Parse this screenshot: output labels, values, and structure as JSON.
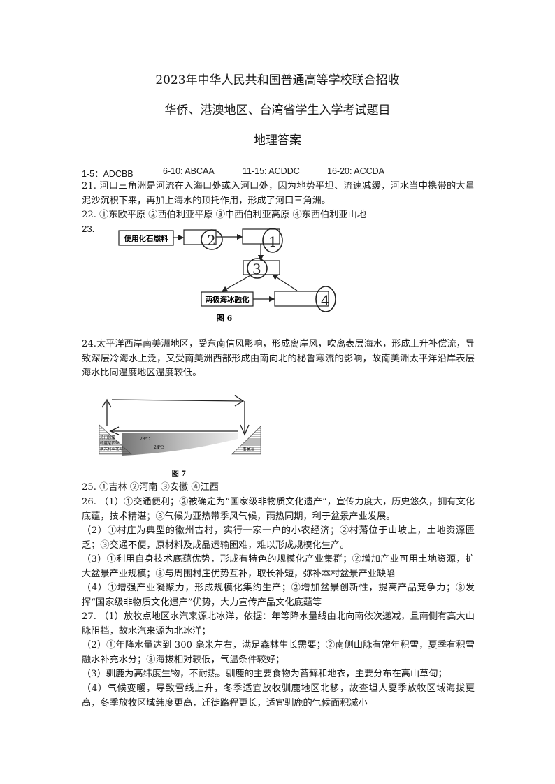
{
  "title": {
    "line1": "2023年中华人民共和国普通高等学校联合招收",
    "line2": "华侨、港澳地区、台湾省学生入学考试题目",
    "line3": "地理答案"
  },
  "choice_answers": [
    "1-5：ADCBB",
    "6-10: ABCAA",
    "11-15: ACDDC",
    "16-20: ACCDA"
  ],
  "q21": "21. 河口三角洲是河流在入海口处或入河口处，因为地势平坦、流速减缓，河水当中携带的大量泥沙沉积下来，再加上海水的顶托作用，形成了河口三角洲。",
  "q22": "22. ①东欧平原 ②西伯利亚平原 ③中西伯利亚高原 ④东西伯利亚山地",
  "q23": {
    "label": "23.",
    "box_fossil": "使用化石燃料",
    "box_ice": "两极海冰融化",
    "hand_2": "2",
    "hand_1": "1",
    "hand_3": "3",
    "hand_4": "4",
    "caption": "图 6"
  },
  "q24": "24.太平洋西岸南美洲地区，受东南信风影响，形成离岸风，吹离表层海水，形成上升补偿流，导致深层冷海水上泛，又受南美洲西部形成由南向北的秘鲁寒流的影响，故南美洲太平洋沿岸表层海水比同温度地区温度较低。",
  "fig7": {
    "left_land": [
      "苏门答腊",
      "印度尼西亚",
      "澳大利亚北部"
    ],
    "right_land": "南美洲",
    "temp_warm": "28℃",
    "temp_cool": "24℃",
    "caption": "图 7"
  },
  "q25": "25. ①吉林 ②河南 ③安徽 ④江西",
  "q26": [
    "26. （1）①交通便利；②被确定为“国家级非物质文化遗产”，宣传力度大，历史悠久，拥有文化底蕴，技术精湛；③气候为亚热带季风气候，雨热同期，利于盆景产业发展。",
    "（2）①村庄为典型的徽州古村，实行一家一户的小农经济；②村落位于山坡上，土地资源匮乏；③交通不便，原材料及成品运输困难，难以形成规模化生产。",
    "（3）①利用自身技术底蕴优势，形成有特色的规模化产业集群；②增加产业可用土地资源，扩大盆景产业规模；③与周围村庄优势互补，取长补短，弥补本村盆景产业缺陷",
    "（4）①增强产业凝聚力，形成规模化集约生产；②增加盆景创新性，提高产品竞争力；③发挥“国家级非物质文化遗产”优势，大力宣传产品文化底蕴等"
  ],
  "q27": [
    "27. （1）放牧点地区水汽来源北冰洋，依据：年等降水量线由北向南依次递减，且南侧有高大山脉阻挡，故水汽来源为北冰洋；",
    "（2）①年降水量达到 300 毫米左右，满足森林生长需要；②南侧山脉有常年积雪，夏季有积雪融水补充水分；③海拔相对较低，气温条件较好；",
    "（3）驯鹿为高纬度生物，不耐热。驯鹿的主要食物为苔藓和地衣，主要分布在高山草甸；",
    "（4）气候变暖，导致雪线上升，冬季适宜放牧驯鹿地区北移，故查坦人夏季放牧区域海拔更高，冬季放牧区域纬度更高，迁徙路程更长，适宜驯鹿的气候面积减小"
  ]
}
